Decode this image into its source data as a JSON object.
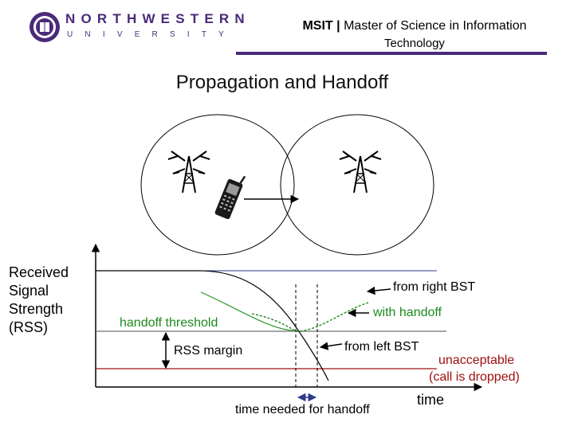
{
  "header": {
    "logo_line1": "NORTHWESTERN",
    "logo_line2": "UNIVERSITY",
    "program_abbr": "MSIT",
    "separator": "|",
    "program_name_part1": "Master of Science in Information",
    "program_name_part2": "Technology",
    "accent_color": "#4a2a7a"
  },
  "slide": {
    "title": "Propagation and Handoff",
    "y_axis_label_lines": [
      "Received",
      "Signal",
      "Strength",
      "(RSS)"
    ],
    "x_axis_label": "time",
    "labels": {
      "from_right": "from right BST",
      "with_handoff": "with handoff",
      "handoff_threshold": "handoff threshold",
      "rss_margin": "RSS margin",
      "from_left": "from left BST",
      "unacceptable_1": "unacceptable",
      "unacceptable_2": "(call is dropped)",
      "time_needed": "time needed for handoff"
    },
    "icons": [
      "cell-tower-icon",
      "cell-tower-icon",
      "mobile-phone-icon"
    ],
    "colors": {
      "green": "#1d8a1d",
      "red": "#a01010",
      "gray_line": "#707070",
      "blue_line": "#2d3a8c"
    }
  }
}
